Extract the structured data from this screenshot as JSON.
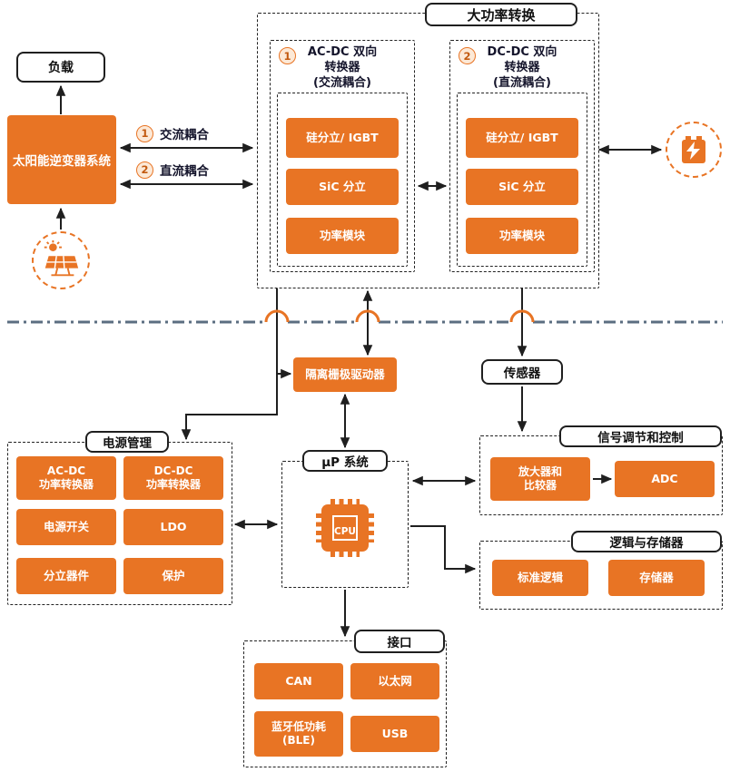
{
  "colors": {
    "accent": "#E87424",
    "divider": "#5B6E81",
    "ink": "#1F1F1F"
  },
  "icons": {
    "solar_panel": "solar-panel-icon",
    "battery": "battery-charging-icon",
    "cpu": "cpu-chip-icon"
  },
  "top": {
    "load_label": "负载",
    "inverter_label": "太阳能逆变器系统",
    "coupling_ac": {
      "num": "1",
      "label": "交流耦合"
    },
    "coupling_dc": {
      "num": "2",
      "label": "直流耦合"
    },
    "power": {
      "title": "大功率转换",
      "conv1": {
        "num": "1",
        "header": "AC-DC 双向\n转换器\n(交流耦合)",
        "items": [
          "硅分立/ IGBT",
          "SiC 分立",
          "功率模块"
        ]
      },
      "conv2": {
        "num": "2",
        "header": "DC-DC 双向\n转换器\n(直流耦合)",
        "items": [
          "硅分立/ IGBT",
          "SiC 分立",
          "功率模块"
        ]
      }
    }
  },
  "bottom": {
    "gate_driver_label": "隔离栅极驱动器",
    "sensor_label": "传感器",
    "power_mgmt": {
      "title": "电源管理",
      "items": [
        "AC-DC\n功率转换器",
        "DC-DC\n功率转换器",
        "电源开关",
        "LDO",
        "分立器件",
        "保护"
      ]
    },
    "mpu": {
      "title": "μP 系统",
      "cpu_label": "CPU"
    },
    "signal": {
      "title": "信号调节和控制",
      "amp": "放大器和\n比较器",
      "adc": "ADC"
    },
    "logic": {
      "title": "逻辑与存储器",
      "items": [
        "标准逻辑",
        "存储器"
      ]
    },
    "interface": {
      "title": "接口",
      "items": [
        "CAN",
        "以太网",
        "蓝牙低功耗\n(BLE)",
        "USB"
      ]
    }
  }
}
